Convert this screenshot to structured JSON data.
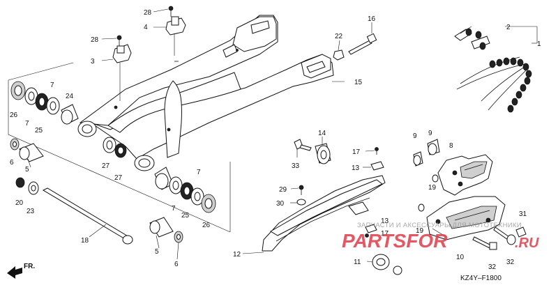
{
  "diagram_code": "KZ4Y–F1800",
  "front_arrow_label": "FR.",
  "watermark": {
    "caption": "ЗАПЧАСТИ И АКСЕССУАРЫ ДЛЯ МОТОТЕХНИКИ",
    "brand_main": "PARTSFOR",
    "brand_suffix": ".RU",
    "color": "#e03c4a"
  },
  "callouts": [
    {
      "id": "c1",
      "text": "1"
    },
    {
      "id": "c2",
      "text": "2"
    },
    {
      "id": "c3",
      "text": "3"
    },
    {
      "id": "c4",
      "text": "4"
    },
    {
      "id": "c5a",
      "text": "5"
    },
    {
      "id": "c5b",
      "text": "5"
    },
    {
      "id": "c6a",
      "text": "6"
    },
    {
      "id": "c6b",
      "text": "6"
    },
    {
      "id": "c7a",
      "text": "7"
    },
    {
      "id": "c7b",
      "text": "7"
    },
    {
      "id": "c7c",
      "text": "7"
    },
    {
      "id": "c7d",
      "text": "7"
    },
    {
      "id": "c8",
      "text": "8"
    },
    {
      "id": "c9a",
      "text": "9"
    },
    {
      "id": "c9b",
      "text": "9"
    },
    {
      "id": "c10",
      "text": "10"
    },
    {
      "id": "c11",
      "text": "11"
    },
    {
      "id": "c12",
      "text": "12"
    },
    {
      "id": "c13a",
      "text": "13"
    },
    {
      "id": "c13b",
      "text": "13"
    },
    {
      "id": "c14",
      "text": "14"
    },
    {
      "id": "c15",
      "text": "15"
    },
    {
      "id": "c16",
      "text": "16"
    },
    {
      "id": "c17a",
      "text": "17"
    },
    {
      "id": "c17b",
      "text": "17"
    },
    {
      "id": "c18",
      "text": "18"
    },
    {
      "id": "c19a",
      "text": "19"
    },
    {
      "id": "c19b",
      "text": "19"
    },
    {
      "id": "c20",
      "text": "20"
    },
    {
      "id": "c22",
      "text": "22"
    },
    {
      "id": "c23",
      "text": "23"
    },
    {
      "id": "c24",
      "text": "24"
    },
    {
      "id": "c25a",
      "text": "25"
    },
    {
      "id": "c25b",
      "text": "25"
    },
    {
      "id": "c26a",
      "text": "26"
    },
    {
      "id": "c26b",
      "text": "26"
    },
    {
      "id": "c27a",
      "text": "27"
    },
    {
      "id": "c27b",
      "text": "27"
    },
    {
      "id": "c28a",
      "text": "28"
    },
    {
      "id": "c28b",
      "text": "28"
    },
    {
      "id": "c29",
      "text": "29"
    },
    {
      "id": "c30",
      "text": "30"
    },
    {
      "id": "c31",
      "text": "31"
    },
    {
      "id": "c32a",
      "text": "32"
    },
    {
      "id": "c32b",
      "text": "32"
    },
    {
      "id": "c33",
      "text": "33"
    }
  ]
}
